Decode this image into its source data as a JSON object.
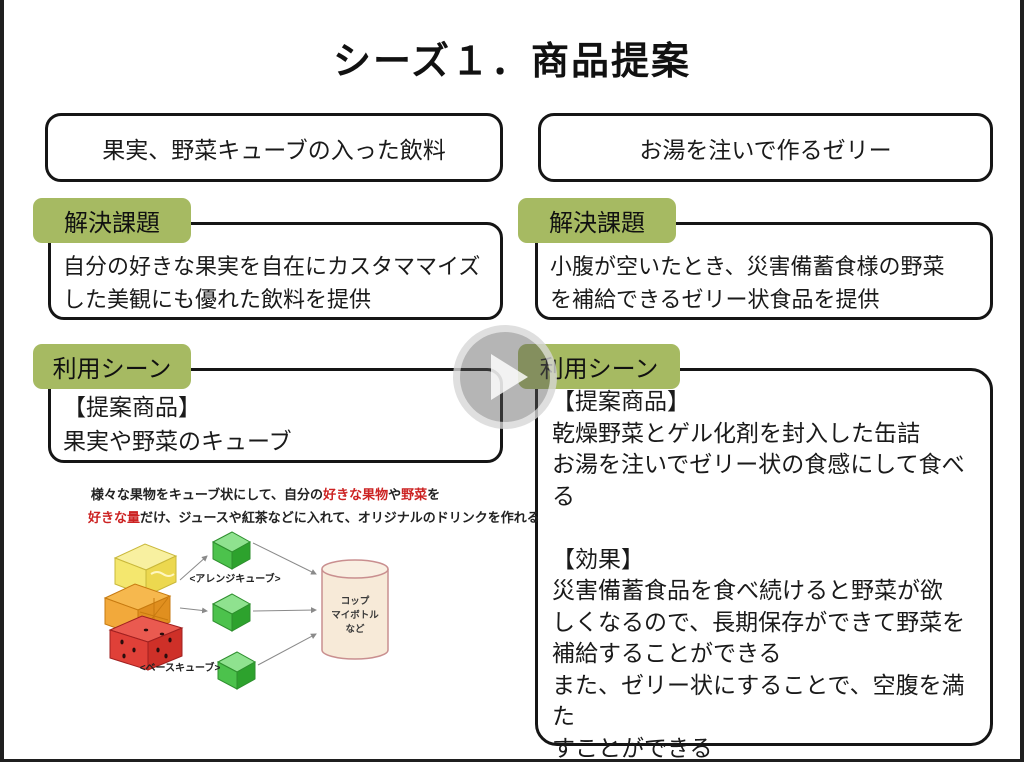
{
  "slide": {
    "title": "シーズ１．商品提案",
    "columns": {
      "left": {
        "header": "果実、野菜キューブの入った飲料",
        "challenge_tag": "解決課題",
        "challenge_text": "自分の好きな果実を自在にカスタママイズ\nした美観にも優れた飲料を提供",
        "usage_tag": "利用シーン",
        "usage_text": "【提案商品】\n果実や野菜のキューブ",
        "diagram": {
          "caption_line1": [
            {
              "text": "様々な果物をキューブ状にして、自分の",
              "emphasis": false
            },
            {
              "text": "好きな果物",
              "emphasis": true
            },
            {
              "text": "や",
              "emphasis": false
            },
            {
              "text": "野菜",
              "emphasis": true
            },
            {
              "text": "を",
              "emphasis": false
            }
          ],
          "caption_line2": [
            {
              "text": "好きな量",
              "emphasis": true
            },
            {
              "text": "だけ、ジュースや紅茶などに入れて、オリジナルのドリンクを作れる",
              "emphasis": false
            }
          ],
          "arrange_cube_label": "<アレンジキューブ>",
          "base_cube_label": "<ベースキューブ>",
          "cylinder_lines": [
            "コップ",
            "マイボトル",
            "など"
          ]
        }
      },
      "right": {
        "header": "お湯を注いで作るゼリー",
        "challenge_tag": "解決課題",
        "challenge_text": "小腹が空いたとき、災害備蓄食様の野菜\nを補給できるゼリー状食品を提供",
        "usage_tag": "利用シーン",
        "usage_text": "【提案商品】\n乾燥野菜とゲル化剤を封入した缶詰\nお湯を注いでゼリー状の食感にして食べ\nる\n\n【効果】\n災害備蓄食品を食べ続けると野菜が欲\nしくなるので、長期保存ができて野菜を\n補給することができる\nまた、ゼリー状にすることで、空腹を満た\nすことができる"
      }
    }
  },
  "video_player": {
    "play_icon": "play-triangle"
  },
  "colors": {
    "tag_green": "#a6ba62",
    "emphasis_red": "#cc2222",
    "border_dark": "#151515"
  }
}
